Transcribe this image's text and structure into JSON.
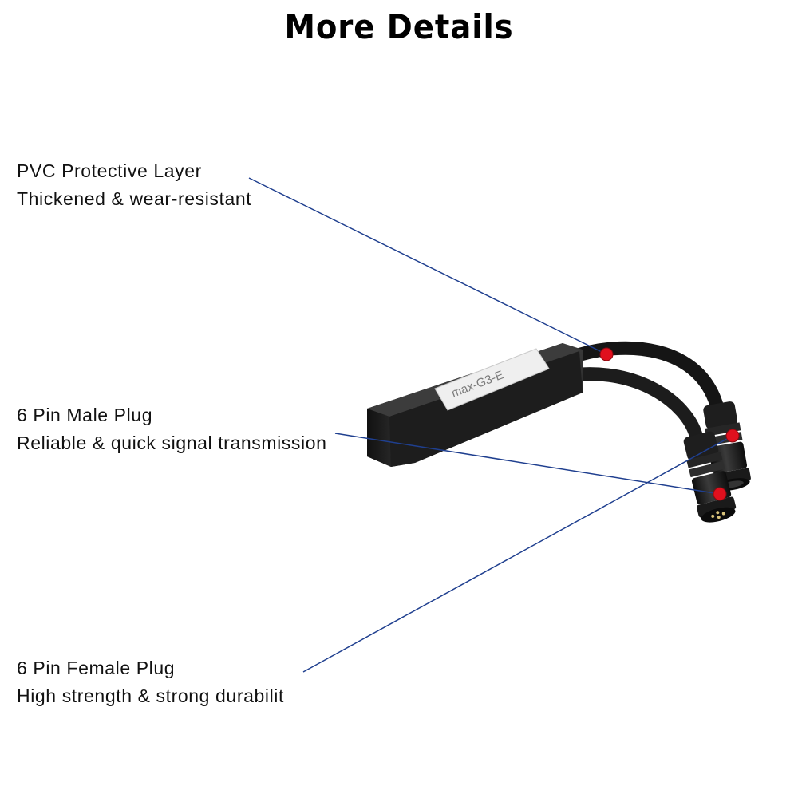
{
  "title": "More Details",
  "product": {
    "module_label": "max-G3-E"
  },
  "callouts": [
    {
      "heading": "PVC Protective Layer",
      "description": "Thickened & wear-resistant"
    },
    {
      "heading": "6 Pin Male Plug",
      "description": "Reliable & quick signal transmission"
    },
    {
      "heading": "6 Pin Female Plug",
      "description": "High strength & strong durabilit"
    }
  ],
  "colors": {
    "leader_line": "#1f3f8f",
    "marker_dot": "#e0101e",
    "module_body": "#1a1a1a",
    "label_bg": "#eeeeee"
  }
}
